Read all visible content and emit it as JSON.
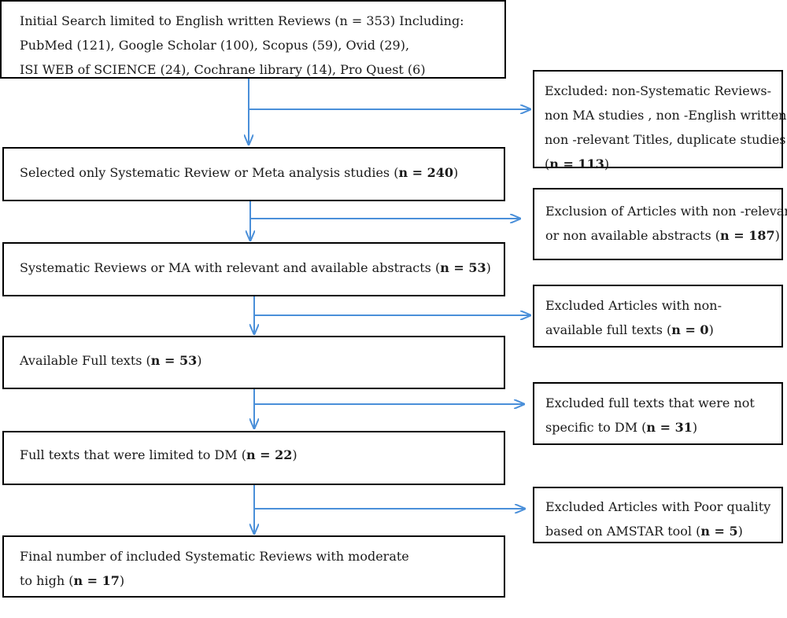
{
  "colors": {
    "arrow": "#4a8fd9",
    "border": "#000000",
    "text": "#1a1a1a"
  },
  "main_boxes": [
    {
      "lines": [
        [
          {
            "t": "Initial Search limited to English written Reviews (n = 353) Including:"
          }
        ],
        [
          {
            "t": "PubMed (121), Google Scholar (100), Scopus (59), Ovid (29),"
          }
        ],
        [
          {
            "t": "ISI WEB of SCIENCE (24), Cochrane library (14), Pro Quest (6)"
          }
        ]
      ]
    },
    {
      "lines": [
        [
          {
            "t": "Selected only Systematic Review or Meta analysis studies ("
          },
          {
            "t": "n = 240",
            "b": true
          },
          {
            "t": ")"
          }
        ]
      ]
    },
    {
      "lines": [
        [
          {
            "t": "Systematic Reviews  or MA with relevant and available abstracts ("
          },
          {
            "t": "n = 53",
            "b": true
          },
          {
            "t": ")"
          }
        ]
      ]
    },
    {
      "lines": [
        [
          {
            "t": "Available Full texts ("
          },
          {
            "t": "n = 53",
            "b": true
          },
          {
            "t": ")"
          }
        ]
      ]
    },
    {
      "lines": [
        [
          {
            "t": "Full texts that were limited to DM ("
          },
          {
            "t": "n = 22",
            "b": true
          },
          {
            "t": ")"
          }
        ]
      ]
    },
    {
      "lines": [
        [
          {
            "t": "Final number of included Systematic Reviews with moderate"
          }
        ],
        [
          {
            "t": "to high ("
          },
          {
            "t": "n = 17",
            "b": true
          },
          {
            "t": ")"
          }
        ]
      ]
    }
  ],
  "side_boxes": [
    {
      "lines": [
        [
          {
            "t": "Excluded:  non-Systematic  Reviews-"
          }
        ],
        [
          {
            "t": "non MA studies , non  -English written,"
          }
        ],
        [
          {
            "t": "non -relevant Titles, duplicate studies"
          }
        ],
        [
          {
            "t": "("
          },
          {
            "t": "n = 113",
            "b": true
          },
          {
            "t": ")"
          }
        ]
      ]
    },
    {
      "lines": [
        [
          {
            "t": "Exclusion of Articles with non -relevant"
          }
        ],
        [
          {
            "t": "or non available abstracts ("
          },
          {
            "t": "n = 187",
            "b": true
          },
          {
            "t": ")"
          }
        ]
      ]
    },
    {
      "lines": [
        [
          {
            "t": "Excluded Articles with non-"
          }
        ],
        [
          {
            "t": "available full texts ("
          },
          {
            "t": "n = 0",
            "b": true
          },
          {
            "t": ")"
          }
        ]
      ]
    },
    {
      "lines": [
        [
          {
            "t": "Excluded full texts that were not"
          }
        ],
        [
          {
            "t": "specific to DM ("
          },
          {
            "t": "n = 31",
            "b": true
          },
          {
            "t": ")"
          }
        ]
      ]
    },
    {
      "lines": [
        [
          {
            "t": "Excluded Articles with Poor quality"
          }
        ],
        [
          {
            "t": "based on AMSTAR tool ("
          },
          {
            "t": "n = 5",
            "b": true
          },
          {
            "t": ")"
          }
        ]
      ]
    }
  ]
}
